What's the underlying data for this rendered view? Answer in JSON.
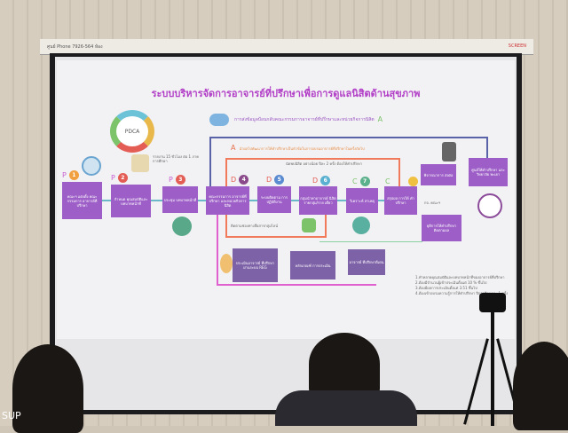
{
  "top_rail": {
    "left_text": "ศูนย์ Phone 7926-564 ห้อง",
    "right_text": "SCREEN"
  },
  "slide": {
    "title": "ระบบบริหารจัดการอาจารย์ที่ปรึกษาเพื่อการดูแลนิสิตด้านสุขภาพ",
    "pdca_label": "PDCA",
    "feedback_heading": "การส่งข้อมูลป้อนกลับคณะกรรมการอาจารย์ที่ปรึกษาและหน่วยกิจการนิสิต",
    "feedback_letter": "A",
    "improve_note": "นำผลไปพัฒนาการให้คำปรึกษาเป็นหัวข้อในการอบรมอาจารย์ที่ปรึกษาในครั้งถัดไป",
    "improve_letter": "A",
    "steps": [
      {
        "num": "1",
        "phase": "P",
        "label": "คณะฯ แต่งตั้ง คณะกรรมการ อาจารย์ที่ ปรึกษา"
      },
      {
        "num": "2",
        "phase": "P",
        "label": "กำหนด คุณสมบัติและ บทบาทหน้าที่"
      },
      {
        "num": "3",
        "phase": "P",
        "label": "ประชุม บทบาทหน้าที่"
      },
      {
        "num": "4",
        "phase": "D",
        "label": "คณะกรรมการ อาจารย์ที่ปรึกษา และหน่วยกิจการ นิสิต"
      },
      {
        "num": "5",
        "phase": "D",
        "label": "ระบบติดตาม การ ปฏิบัติงาน"
      },
      {
        "num": "6",
        "phase": "D",
        "label": "กลุ่มนำพาอาจารย์ นิสิต รายกลุ่ม/ราย เดี่ยว"
      },
      {
        "num": "7",
        "phase": "C",
        "label": "วิเคราะห์ สาเหตุ"
      },
      {
        "num": "8",
        "phase": "C",
        "label": "สรุปผล การให้ คำปรึกษา"
      }
    ],
    "referral": "พิจารณาการ ส่งต่อ",
    "center": "ศูนย์ให้คำปรึกษา และวิทยาลัย พะเยา",
    "end": "ยุติการให้คำปรึกษา ติดตามผล",
    "report_note": "รายงาน 15 ชั่วโมง ต่อ 1 ภาคการศึกษา",
    "meet_note": "นัดพบนิสิต อย่างน้อย ปีละ 2 ครั้ง ต้องให้คำปรึกษา",
    "line_note": "ติดตามช่องทางสื่อสารกลุ่มไลน์",
    "to_faculty": "กจ. คณะฯ",
    "lower": [
      "ประเมินอาจารย์ ที่ปรึกษา ผ่านระบบ REG",
      "หลักเกณฑ์ การประเมิน",
      "อาจารย์ ที่ปรึกษาดีเด่น"
    ],
    "criteria": [
      "1.ทำหลายคุณสมบัติและบทบาทหน้าที่ของอาจารย์ที่ปรึกษา",
      "2.ต้องมีจำนวนผู้เข้าประเมินตั้งแต่ 10 % ขึ้นไป",
      "3.ต้องมีผลการประเมินตั้งแต่ 3.51 ขึ้นไป",
      "4.ต้องเข้าอบรมความรู้การให้คำปรึกษา ปีการศึกษาละ 1 ครั้ง"
    ]
  },
  "watermark": "SUP"
}
